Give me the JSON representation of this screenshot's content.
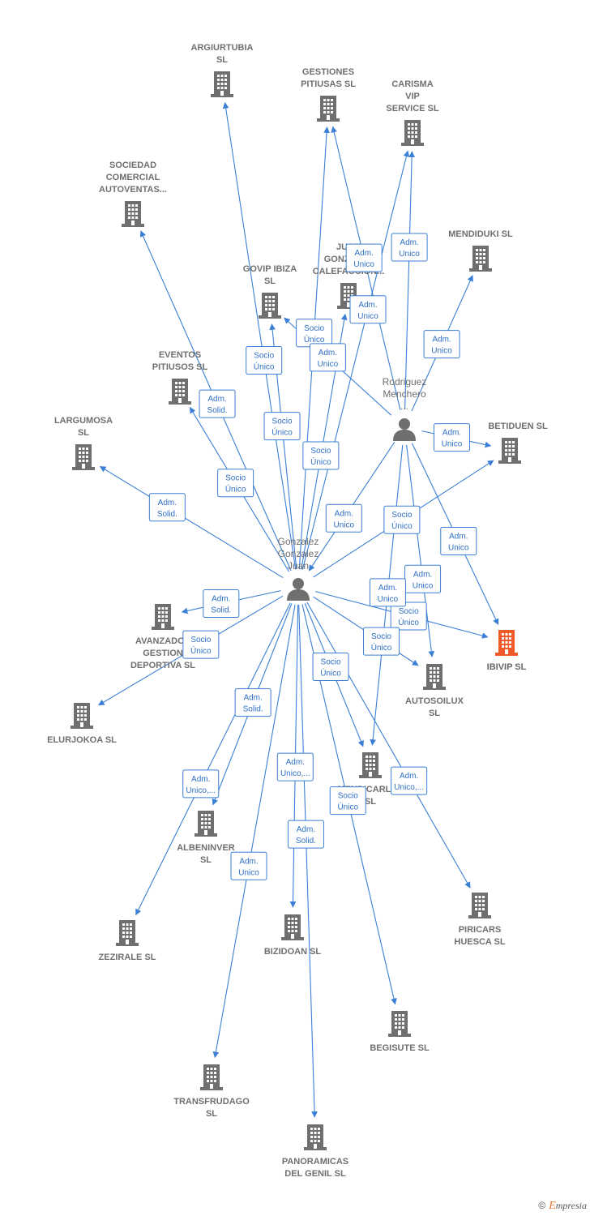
{
  "colors": {
    "edge": "#3a7fd5",
    "building": "#6f6f6f",
    "focus_building": "#f05a28",
    "person": "#6f6f6f"
  },
  "people": [
    {
      "id": "gonzalez",
      "name": [
        "Gonzalez",
        "Gonzalez",
        "Juan"
      ]
    },
    {
      "id": "rodriguez",
      "name": [
        "Rodriguez",
        "Menchero",
        "..."
      ]
    }
  ],
  "companies": [
    {
      "id": "argiurtubia",
      "name": [
        "ARGIURTUBIA",
        "SL"
      ]
    },
    {
      "id": "gestiones",
      "name": [
        "GESTIONES",
        "PITIUSAS  SL"
      ]
    },
    {
      "id": "carisma",
      "name": [
        "CARISMA",
        "VIP",
        "SERVICE  SL"
      ]
    },
    {
      "id": "sociedad",
      "name": [
        "SOCIEDAD",
        "COMERCIAL",
        "AUTOVENTAS..."
      ]
    },
    {
      "id": "mendiduki",
      "name": [
        "MENDIDUKI  SL"
      ]
    },
    {
      "id": "govip",
      "name": [
        "GOVIP IBIZA",
        "SL"
      ]
    },
    {
      "id": "juan_gon",
      "name": [
        "JUAN",
        "GONZALEZ",
        "CALEFACCION..."
      ]
    },
    {
      "id": "eventos",
      "name": [
        "EVENTOS",
        "PITIUSOS  SL"
      ]
    },
    {
      "id": "largumosa",
      "name": [
        "LARGUMOSA",
        "SL"
      ]
    },
    {
      "id": "betiduen",
      "name": [
        "BETIDUEN  SL"
      ]
    },
    {
      "id": "avanzados",
      "name": [
        "AVANZADOS",
        "GESTION",
        "DEPORTIVA SL"
      ]
    },
    {
      "id": "ibivip",
      "name": [
        "IBIVIP  SL"
      ],
      "focus": true
    },
    {
      "id": "autosoilux",
      "name": [
        "AUTOSOILUX",
        "SL"
      ]
    },
    {
      "id": "elurjokoa",
      "name": [
        "ELURJOKOA SL"
      ]
    },
    {
      "id": "mendicarlux",
      "name": [
        "MENDICARLUX",
        "SL"
      ]
    },
    {
      "id": "albeninver",
      "name": [
        "ALBENINVER",
        "SL"
      ]
    },
    {
      "id": "zezirale",
      "name": [
        "ZEZIRALE  SL"
      ]
    },
    {
      "id": "bizidoan",
      "name": [
        "BIZIDOAN  SL"
      ]
    },
    {
      "id": "piricars",
      "name": [
        "PIRICARS",
        "HUESCA  SL"
      ]
    },
    {
      "id": "begisute",
      "name": [
        "BEGISUTE  SL"
      ]
    },
    {
      "id": "transfrudago",
      "name": [
        "TRANSFRUDAGO",
        "SL"
      ]
    },
    {
      "id": "panoramicas",
      "name": [
        "PANORAMICAS",
        "DEL GENIL  SL"
      ]
    }
  ],
  "relations": [
    {
      "from": "gonzalez",
      "to": "argiurtubia",
      "label": [
        "Socio",
        "Único"
      ]
    },
    {
      "from": "gonzalez",
      "to": "gestiones",
      "label": [
        "Socio",
        "Único"
      ]
    },
    {
      "from": "gonzalez",
      "to": "carisma",
      "label": [
        "Adm.",
        "Unico"
      ]
    },
    {
      "from": "gonzalez",
      "to": "sociedad",
      "label": [
        "Adm.",
        "Solid."
      ]
    },
    {
      "from": "gonzalez",
      "to": "govip",
      "label": [
        "Socio",
        "Único"
      ]
    },
    {
      "from": "gonzalez",
      "to": "juan_gon",
      "label": [
        "Socio",
        "Único"
      ]
    },
    {
      "from": "gonzalez",
      "to": "eventos",
      "label": [
        "Socio",
        "Único"
      ]
    },
    {
      "from": "gonzalez",
      "to": "largumosa",
      "label": [
        "Adm.",
        "Solid."
      ]
    },
    {
      "from": "gonzalez",
      "to": "betiduen",
      "label": [
        "Socio",
        "Único"
      ]
    },
    {
      "from": "gonzalez",
      "to": "avanzados",
      "label": [
        "Adm.",
        "Solid."
      ]
    },
    {
      "from": "gonzalez",
      "to": "elurjokoa",
      "label": [
        "Socio",
        "Único"
      ]
    },
    {
      "from": "gonzalez",
      "to": "ibivip",
      "label": [
        "Socio",
        "Único"
      ]
    },
    {
      "from": "gonzalez",
      "to": "autosoilux",
      "label": [
        "Socio",
        "Único"
      ]
    },
    {
      "from": "gonzalez",
      "to": "albeninver",
      "label": [
        "Adm.",
        "Solid."
      ]
    },
    {
      "from": "gonzalez",
      "to": "zezirale",
      "label": [
        "Adm.",
        "Unico,..."
      ]
    },
    {
      "from": "gonzalez",
      "to": "mendicarlux",
      "label": [
        "Socio",
        "Único"
      ]
    },
    {
      "from": "gonzalez",
      "to": "bizidoan",
      "label": [
        "Adm.",
        "Unico,..."
      ]
    },
    {
      "from": "gonzalez",
      "to": "piricars",
      "label": [
        "Adm.",
        "Unico,..."
      ]
    },
    {
      "from": "gonzalez",
      "to": "begisute",
      "label": [
        "Socio",
        "Único"
      ]
    },
    {
      "from": "gonzalez",
      "to": "transfrudago",
      "label": [
        "Adm.",
        "Unico"
      ]
    },
    {
      "from": "gonzalez",
      "to": "panoramicas",
      "label": [
        "Adm.",
        "Solid."
      ]
    },
    {
      "from": "rodriguez",
      "to": "gestiones",
      "label": [
        "Adm.",
        "Unico"
      ]
    },
    {
      "from": "rodriguez",
      "to": "carisma",
      "label": [
        "Adm.",
        "Unico"
      ]
    },
    {
      "from": "rodriguez",
      "to": "mendiduki",
      "label": [
        "Adm.",
        "Unico"
      ]
    },
    {
      "from": "rodriguez",
      "to": "govip",
      "label": [
        "Adm.",
        "Unico"
      ]
    },
    {
      "from": "rodriguez",
      "to": "betiduen",
      "label": [
        "Adm.",
        "Unico"
      ]
    },
    {
      "from": "rodriguez",
      "to": "ibivip",
      "label": [
        "Adm.",
        "Unico"
      ]
    },
    {
      "from": "rodriguez",
      "to": "autosoilux",
      "label": [
        "Adm.",
        "Unico"
      ]
    },
    {
      "from": "rodriguez",
      "to": "mendicarlux",
      "label": [
        "Adm.",
        "Unico"
      ]
    },
    {
      "from": "rodriguez",
      "to": "gonzalez",
      "label": [
        "Adm.",
        "Unico"
      ]
    }
  ],
  "footer": {
    "copyright": "©",
    "brand_initial": "E",
    "brand_rest": "mpresia"
  }
}
